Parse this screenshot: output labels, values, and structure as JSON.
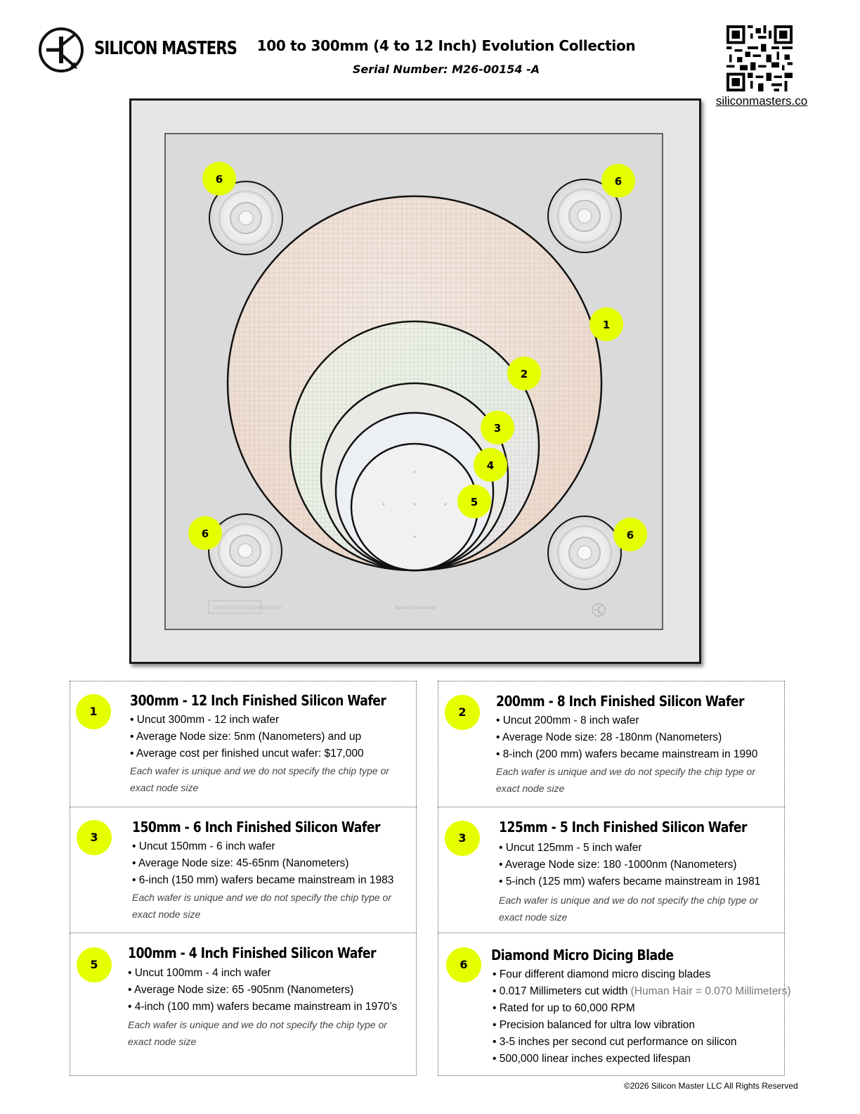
{
  "header": {
    "brand": "SILICON MASTERS",
    "title": "100 to 300mm (4 to 12 Inch) Evolution Collection",
    "serial": "Serial Number: M26-00154 -A",
    "website": "siliconmasters.co"
  },
  "frame": {
    "callouts": {
      "c1": "1",
      "c2": "2",
      "c3": "3",
      "c4": "4",
      "c5": "5",
      "c6a": "6",
      "c6b": "6",
      "c6c": "6",
      "c6d": "6"
    },
    "plate_label": "© M26-00162 A SILICON MASTERS",
    "made_in": "Made in Silicon Valley"
  },
  "boxes": [
    {
      "badge": "1",
      "title": "300mm - 12 Inch Finished Silicon Wafer",
      "lines": [
        "• Uncut 300mm - 12 inch wafer",
        "• Average Node size: 5nm (Nanometers) and up",
        "• Average cost per finished uncut wafer: $17,000"
      ],
      "note": "Each wafer is unique and we do not specify the chip type or exact node size"
    },
    {
      "badge": "2",
      "title": "200mm - 8 Inch Finished Silicon Wafer",
      "lines": [
        "• Uncut 200mm - 8 inch wafer",
        "• Average Node size: 28 -180nm (Nanometers)",
        "• 8-inch (200 mm) wafers became mainstream in 1990"
      ],
      "note": "Each wafer is unique and we do not specify the chip type or exact node size"
    },
    {
      "badge": "3",
      "title": "150mm - 6 Inch Finished Silicon Wafer",
      "lines": [
        "• Uncut 150mm - 6 inch wafer",
        "• Average Node size: 45-65nm (Nanometers)",
        "• 6-inch (150 mm) wafers became mainstream in 1983"
      ],
      "note": "Each wafer is unique and we do not specify the chip type or exact node size"
    },
    {
      "badge": "3",
      "title": "125mm - 5 Inch Finished Silicon Wafer",
      "lines": [
        "• Uncut 125mm - 5 inch wafer",
        "• Average Node size: 180 -1000nm (Nanometers)",
        "•  5-inch (125 mm) wafers became mainstream in 1981"
      ],
      "note": "Each wafer is unique and we do not specify the chip type or exact node size"
    },
    {
      "badge": "5",
      "title": "100mm - 4 Inch Finished Silicon Wafer",
      "lines": [
        "• Uncut 100mm - 4 inch wafer",
        "• Average Node size: 65 -905nm (Nanometers)",
        "• 4-inch (100 mm) wafers became mainstream in 1970’s"
      ],
      "note": "Each wafer is unique and we do not specify the chip type or exact node size"
    },
    {
      "badge": "6",
      "title": "Diamond Micro Dicing Blade",
      "lines": [
        "•  Four different diamond micro discing blades",
        "•  0.017 Millimeters cut width",
        "• Rated for up to 60,000 RPM",
        "• Precision balanced for ultra low vibration",
        "• 3-5 inches per second cut performance on silicon",
        "• 500,000 linear inches expected lifespan"
      ],
      "aside": "(Human Hair = 0.070 Millimeters)"
    }
  ],
  "copyright": "©2026  Silicon Master LLC All Rights Reserved"
}
